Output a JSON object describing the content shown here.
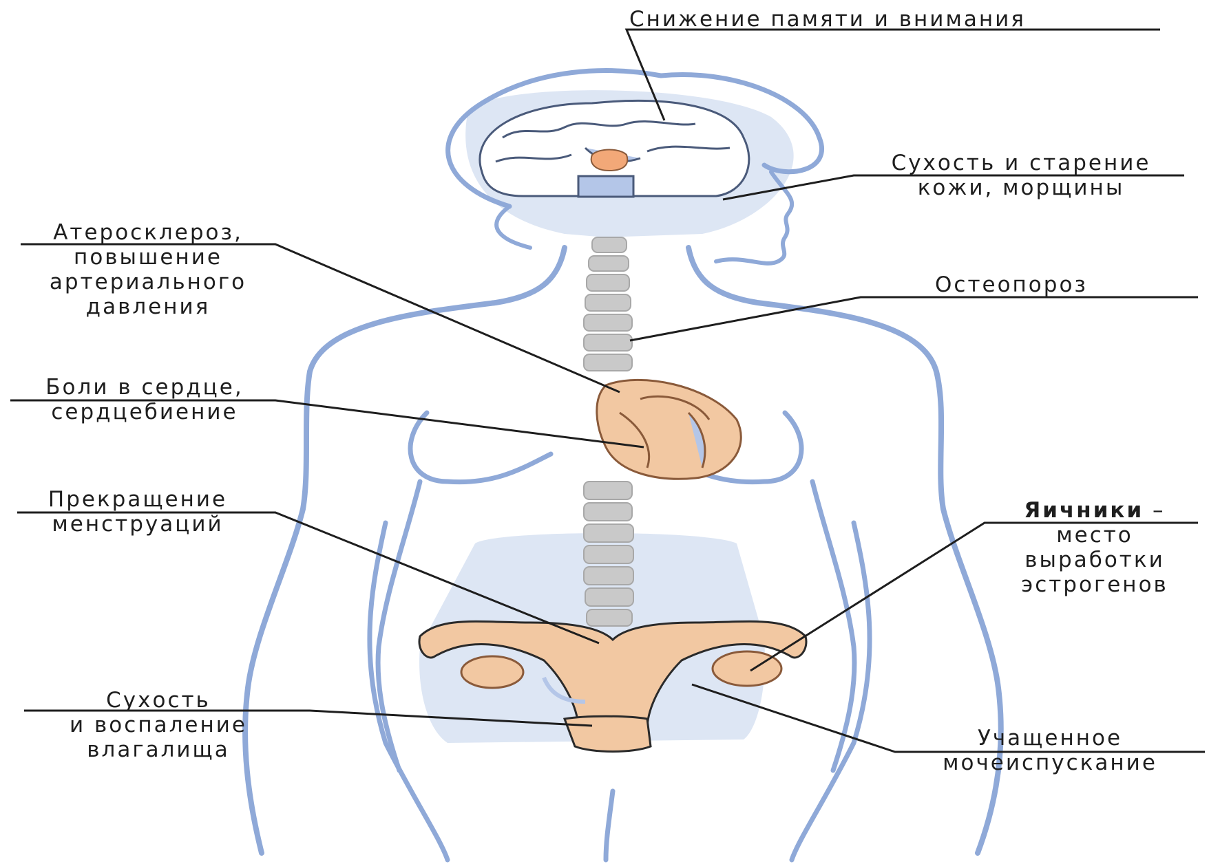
{
  "colors": {
    "body_outline": "#8fa9d8",
    "body_fill": "#dde6f4",
    "organ_fill": "#f2c8a2",
    "organ_stroke": "#8a5a3a",
    "spine": "#c9c9c9",
    "leader_line": "#1e1e1e",
    "text": "#1e1e1e"
  },
  "labels": {
    "memory": "Снижение памяти и внимания",
    "skin_line1": "Сухость и старение",
    "skin_line2": "кожи, морщины",
    "athero_line1": "Атеросклероз,",
    "athero_line2": "повышение",
    "athero_line3": "артериального",
    "athero_line4": "давления",
    "osteo": "Остеопороз",
    "heart_line1": "Боли в сердце,",
    "heart_line2": "сердцебиение",
    "menses_line1": "Прекращение",
    "menses_line2": "менструаций",
    "ovaries_bold": "Яичники",
    "ovaries_dash": " –",
    "ovaries_line2": "место",
    "ovaries_line3": "выработки",
    "ovaries_line4": "эстрогенов",
    "vagina_line1": "Сухость",
    "vagina_line2": "и воспаление",
    "vagina_line3": "влагалища",
    "urination_line1": "Учащенное",
    "urination_line2": "мочеиспускание"
  }
}
